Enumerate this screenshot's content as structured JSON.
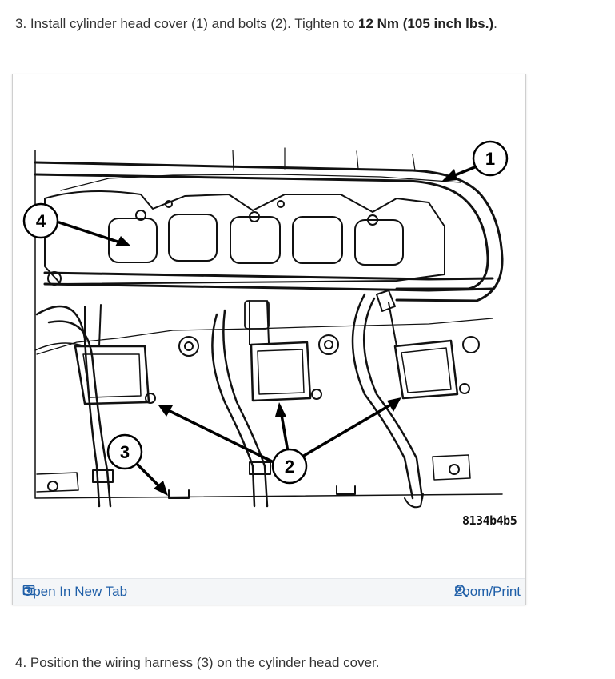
{
  "step3": {
    "text_prefix": "3. Install cylinder head cover (1) and bolts (2). Tighten to ",
    "torque": "12 Nm (105 inch lbs.)",
    "text_suffix": "."
  },
  "figure": {
    "code": "8134b4b5",
    "callouts": [
      "1",
      "2",
      "3",
      "4"
    ],
    "toolbar": {
      "open_label": "Open In New Tab",
      "open_icon": "open-in-new-tab-icon",
      "zoom_label": "Zoom/Print",
      "zoom_icon": "zoom-magnifier-icon",
      "link_color": "#1f5fa8"
    }
  },
  "step4": {
    "text": "4. Position the wiring harness (3) on the cylinder head cover."
  }
}
